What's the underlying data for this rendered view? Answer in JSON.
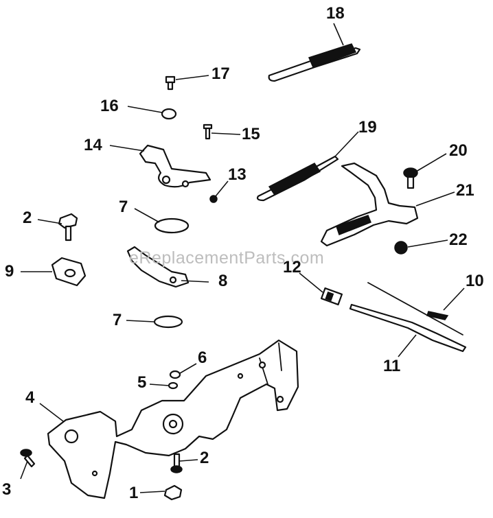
{
  "watermark": "eReplacementParts.com",
  "callouts": [
    "1",
    "2",
    "2",
    "3",
    "4",
    "5",
    "6",
    "7",
    "7",
    "8",
    "9",
    "10",
    "11",
    "12",
    "13",
    "14",
    "15",
    "16",
    "17",
    "18",
    "19",
    "20",
    "21",
    "22"
  ]
}
